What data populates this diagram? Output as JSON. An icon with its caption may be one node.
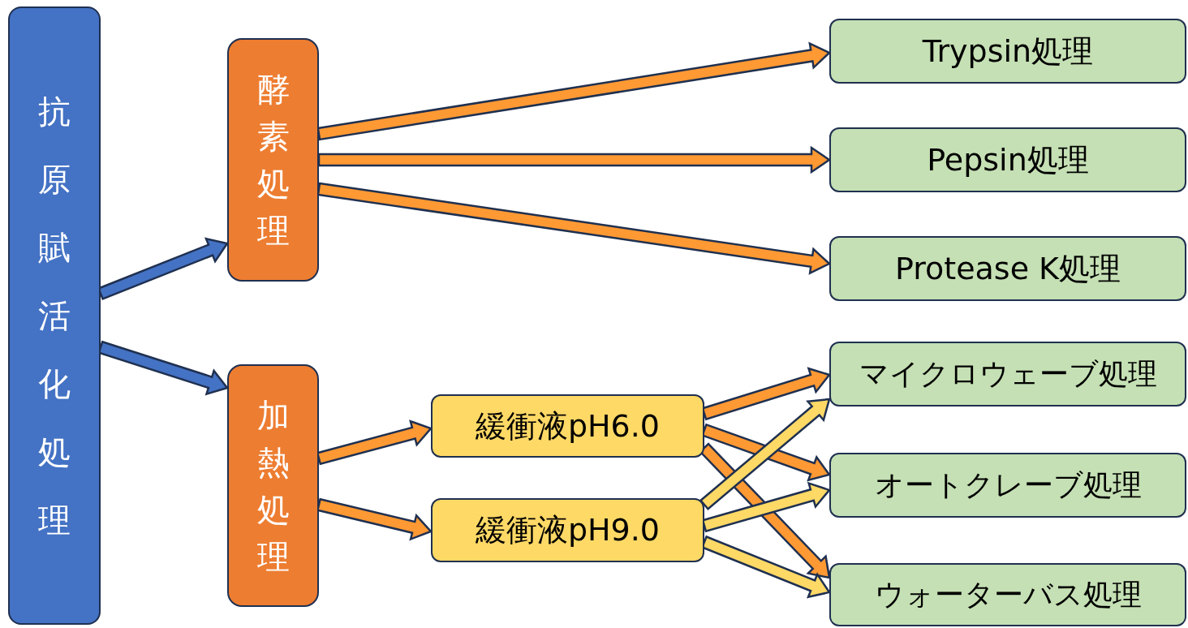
{
  "diagram": {
    "nodes": [
      {
        "text": [
          "抗原賦活化処理"
        ]
      },
      {
        "text": [
          "酵素処理"
        ]
      },
      {
        "text": [
          "加熱処理"
        ]
      },
      {
        "text": [
          "緩衝液pH6.0"
        ]
      },
      {
        "text": [
          "緩衝液pH9.0"
        ]
      },
      {
        "text": [
          "Trypsin処理"
        ]
      },
      {
        "text": [
          "Pepsin処理"
        ]
      },
      {
        "text": [
          "Protease K処理"
        ]
      },
      {
        "text": [
          "マイクロウェーブ処理"
        ]
      },
      {
        "text": [
          "オートクレーブ処理"
        ]
      },
      {
        "text": [
          "ウォーターバス処理"
        ]
      }
    ],
    "edges": [
      {
        "from": 0,
        "to": 1,
        "arrow": "to",
        "color": "#4472c4"
      },
      {
        "from": 0,
        "to": 2,
        "arrow": "to",
        "color": "#4472c4"
      },
      {
        "from": 1,
        "to": 5,
        "arrow": "to"
      },
      {
        "from": 1,
        "to": 6,
        "arrow": "to"
      },
      {
        "from": 1,
        "to": 7,
        "arrow": "to"
      },
      {
        "from": 2,
        "to": 3,
        "arrow": "to"
      },
      {
        "from": 2,
        "to": 4,
        "arrow": "to"
      },
      {
        "from": 3,
        "to": 8,
        "arrow": "to"
      },
      {
        "from": 3,
        "to": 9,
        "arrow": "to"
      },
      {
        "from": 3,
        "to": 10,
        "arrow": "to"
      },
      {
        "from": 4,
        "to": 8,
        "arrow": "to",
        "color": "#ffd966"
      },
      {
        "from": 4,
        "to": 9,
        "arrow": "to",
        "color": "#ffd966"
      },
      {
        "from": 4,
        "to": 10,
        "arrow": "to",
        "color": "#ffd966"
      }
    ]
  }
}
